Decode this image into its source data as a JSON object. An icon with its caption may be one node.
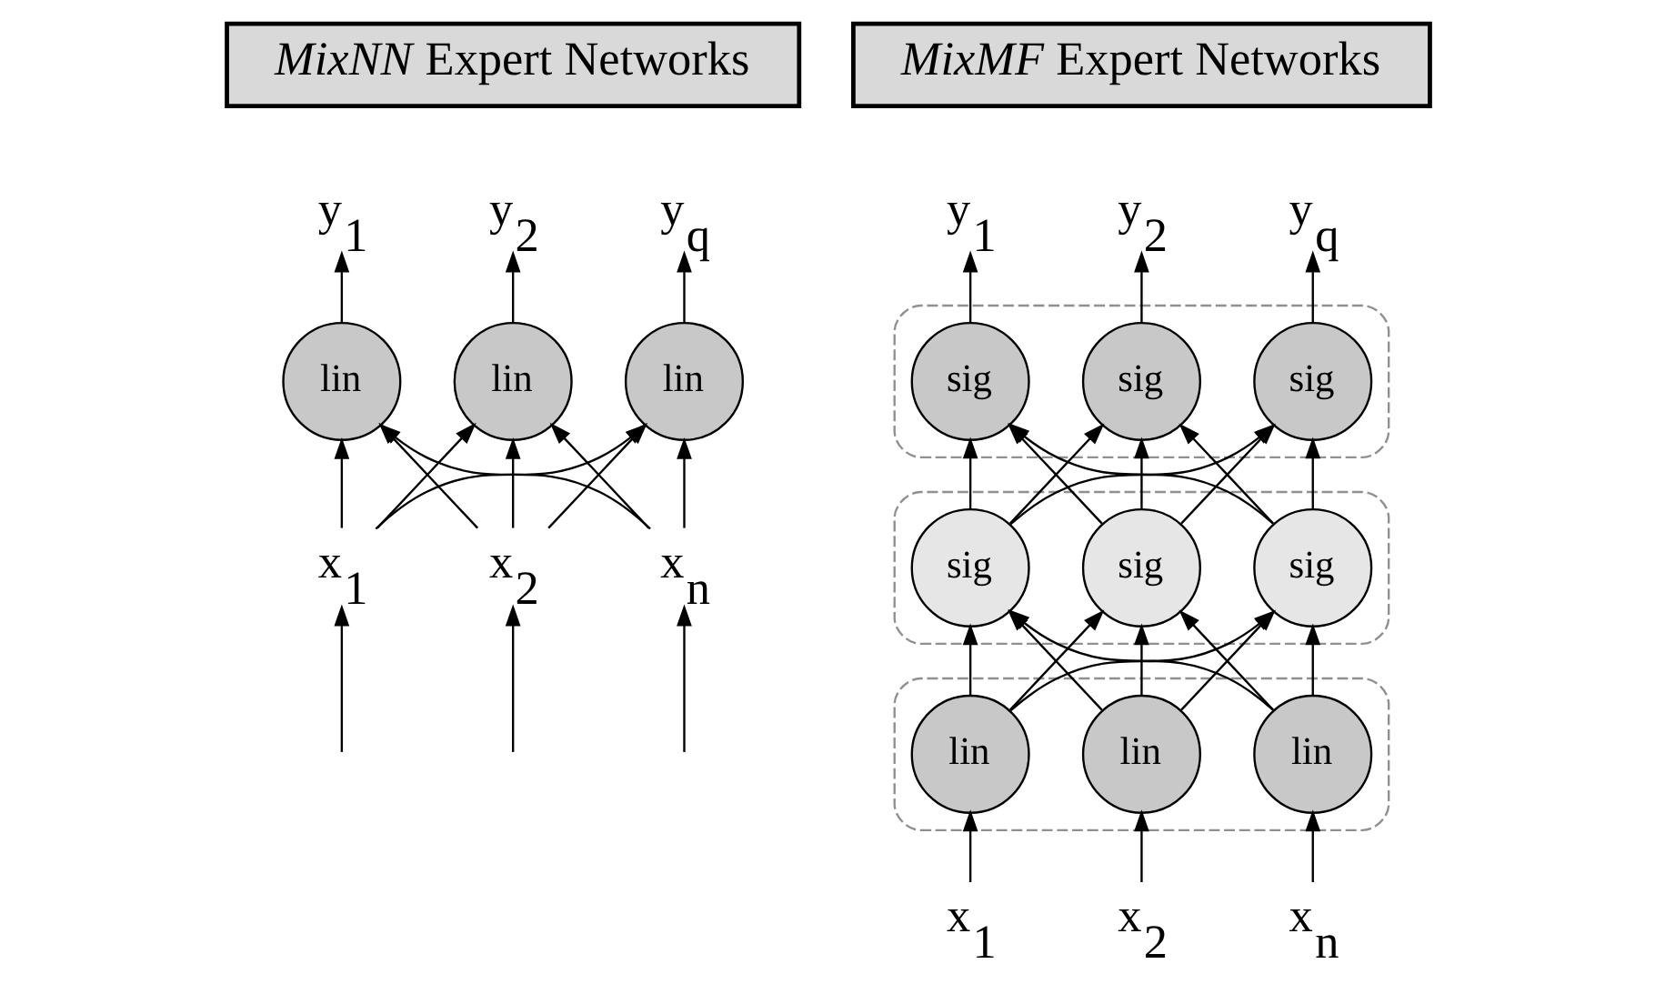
{
  "diagram": {
    "nodes": [
      {
        "text": [
          "*MixNN* Expert Networks"
        ]
      },
      {
        "text": [
          "y$_{1}$"
        ]
      },
      {
        "text": [
          "y$_{2}$"
        ]
      },
      {
        "text": [
          "y$_{q}$"
        ]
      },
      {
        "text": [
          "lin"
        ]
      },
      {
        "text": [
          "lin"
        ]
      },
      {
        "text": [
          "lin"
        ]
      },
      {
        "text": [
          "x$_{1}$"
        ]
      },
      {
        "text": [
          "x$_{2}$"
        ]
      },
      {
        "text": [
          "x$_{n}$"
        ]
      },
      {
        "text": [
          "*MixMF* Expert Networks"
        ]
      },
      {
        "text": [
          "y$_{1}$"
        ]
      },
      {
        "text": [
          "y$_{2}$"
        ]
      },
      {
        "text": [
          "y$_{q}$"
        ]
      },
      {
        "text": [],
        "shape": "box"
      },
      {
        "text": [
          "sig"
        ],
        "in": 14
      },
      {
        "text": [
          "sig"
        ],
        "in": 14
      },
      {
        "text": [
          "sig"
        ],
        "in": 14
      },
      {
        "text": [],
        "shape": "box"
      },
      {
        "text": [
          "sig"
        ],
        "in": 18
      },
      {
        "text": [
          "sig"
        ],
        "in": 18
      },
      {
        "text": [
          "sig"
        ],
        "in": 18
      },
      {
        "text": [],
        "shape": "box"
      },
      {
        "text": [
          "lin"
        ],
        "in": 22
      },
      {
        "text": [
          "lin"
        ],
        "in": 22
      },
      {
        "text": [
          "lin"
        ],
        "in": 22
      },
      {
        "text": [
          "x$_{1}$"
        ]
      },
      {
        "text": [
          "x$_{2}$"
        ]
      },
      {
        "text": [
          "x$_{n}$"
        ]
      }
    ],
    "edges": [
      {
        "from": null,
        "to": 7,
        "arrow": "to"
      },
      {
        "from": null,
        "to": 8,
        "arrow": "to"
      },
      {
        "from": null,
        "to": 9,
        "arrow": "to"
      },
      {
        "from": 7,
        "to": 4,
        "arrow": "to"
      },
      {
        "from": 7,
        "to": 5,
        "arrow": "to"
      },
      {
        "from": 7,
        "to": 6,
        "arrow": "to"
      },
      {
        "from": 8,
        "to": 4,
        "arrow": "to"
      },
      {
        "from": 8,
        "to": 5,
        "arrow": "to"
      },
      {
        "from": 8,
        "to": 6,
        "arrow": "to"
      },
      {
        "from": 9,
        "to": 4,
        "arrow": "to"
      },
      {
        "from": 9,
        "to": 5,
        "arrow": "to"
      },
      {
        "from": 9,
        "to": 6,
        "arrow": "to"
      },
      {
        "from": 4,
        "to": 1,
        "arrow": "to"
      },
      {
        "from": 5,
        "to": 2,
        "arrow": "to"
      },
      {
        "from": 6,
        "to": 3,
        "arrow": "to"
      },
      {
        "from": 26,
        "to": 23,
        "arrow": "to"
      },
      {
        "from": 27,
        "to": 24,
        "arrow": "to"
      },
      {
        "from": 28,
        "to": 25,
        "arrow": "to"
      },
      {
        "from": 23,
        "to": 19,
        "arrow": "to"
      },
      {
        "from": 23,
        "to": 20,
        "arrow": "to"
      },
      {
        "from": 23,
        "to": 21,
        "arrow": "to"
      },
      {
        "from": 24,
        "to": 19,
        "arrow": "to"
      },
      {
        "from": 24,
        "to": 20,
        "arrow": "to"
      },
      {
        "from": 24,
        "to": 21,
        "arrow": "to"
      },
      {
        "from": 25,
        "to": 19,
        "arrow": "to"
      },
      {
        "from": 25,
        "to": 20,
        "arrow": "to"
      },
      {
        "from": 25,
        "to": 21,
        "arrow": "to"
      },
      {
        "from": 19,
        "to": 15,
        "arrow": "to"
      },
      {
        "from": 19,
        "to": 16,
        "arrow": "to"
      },
      {
        "from": 19,
        "to": 17,
        "arrow": "to"
      },
      {
        "from": 20,
        "to": 15,
        "arrow": "to"
      },
      {
        "from": 20,
        "to": 16,
        "arrow": "to"
      },
      {
        "from": 20,
        "to": 17,
        "arrow": "to"
      },
      {
        "from": 21,
        "to": 15,
        "arrow": "to"
      },
      {
        "from": 21,
        "to": 16,
        "arrow": "to"
      },
      {
        "from": 21,
        "to": 17,
        "arrow": "to"
      },
      {
        "from": 15,
        "to": 11,
        "arrow": "to"
      },
      {
        "from": 16,
        "to": 12,
        "arrow": "to"
      },
      {
        "from": 17,
        "to": 13,
        "arrow": "to"
      }
    ]
  }
}
